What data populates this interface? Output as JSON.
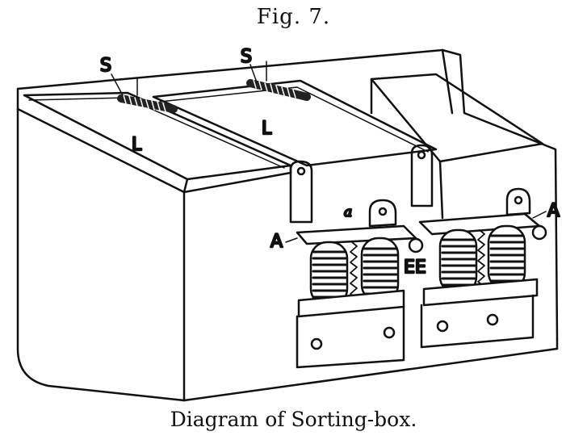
{
  "figure": {
    "title": "Fig. 7.",
    "caption": "Diagram of Sorting-box."
  },
  "labels": {
    "s_left": "S",
    "s_right": "S",
    "l_left": "L",
    "l_right": "L",
    "a_small": "a",
    "a_left": "A",
    "a_right": "A",
    "e_pair": "EE"
  }
}
